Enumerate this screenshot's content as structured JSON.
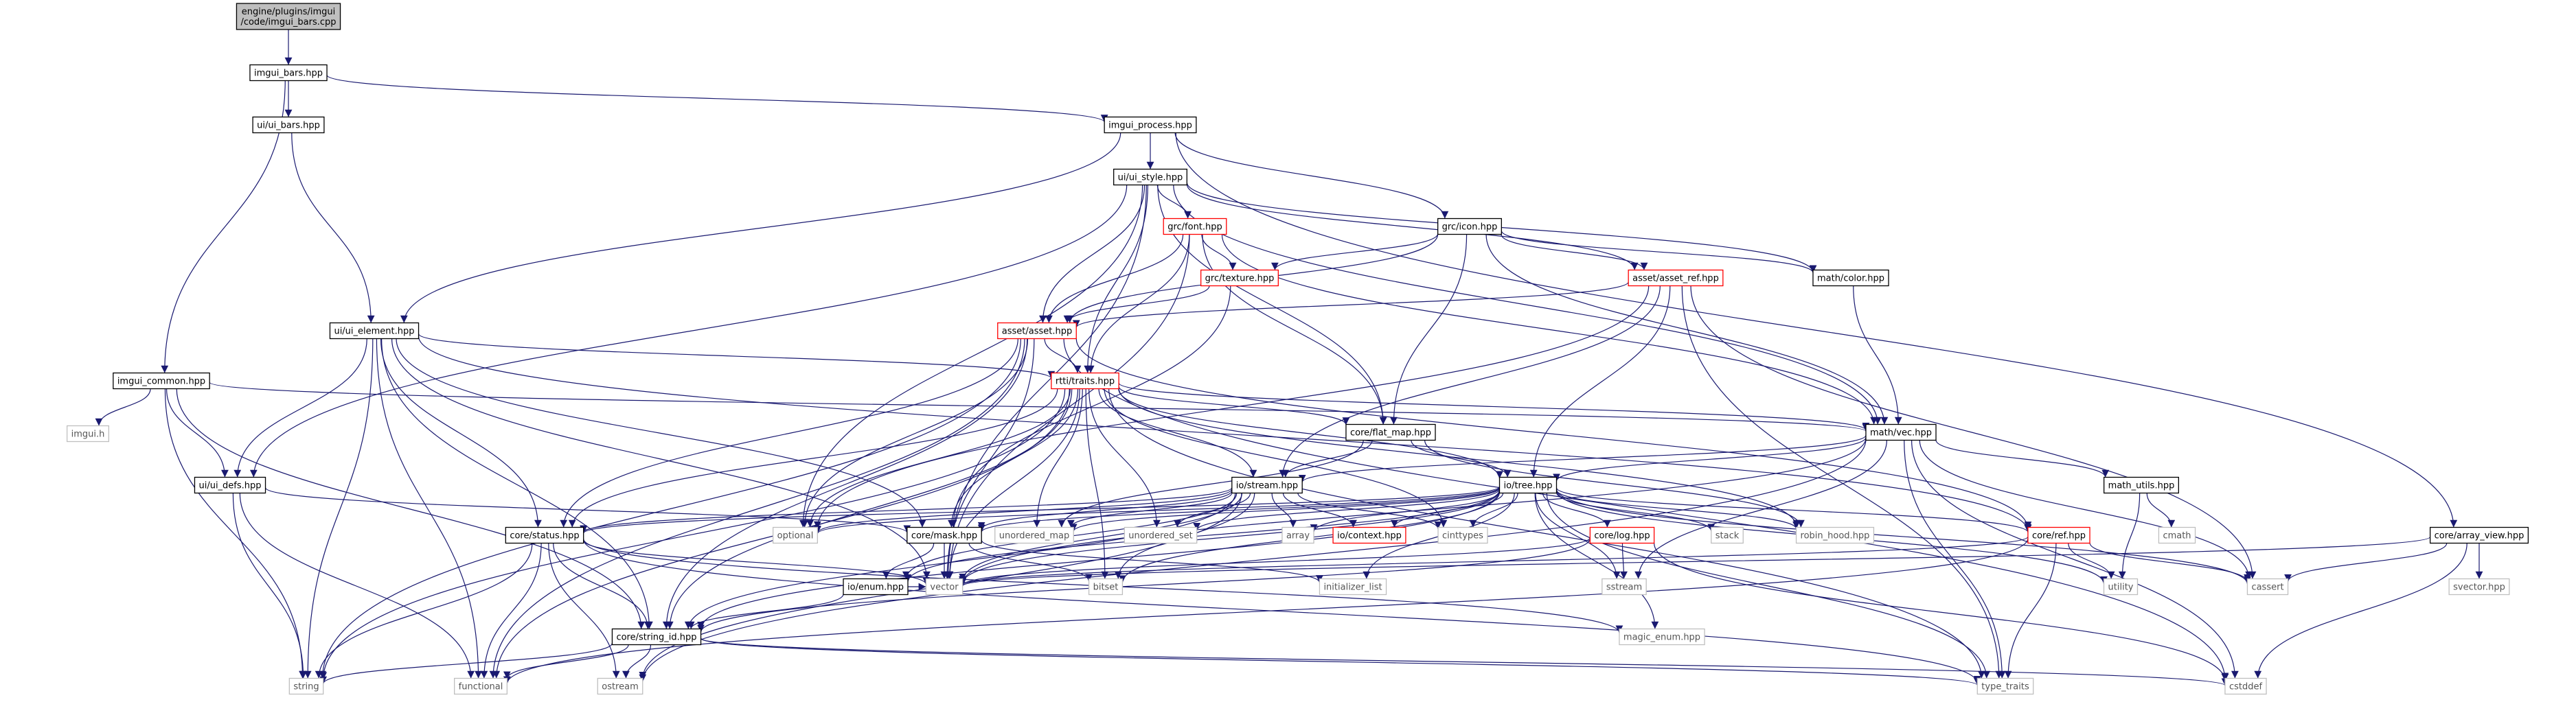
{
  "diagram_title": "engine/plugins/imgui/code/imgui_bars.cpp",
  "colors": {
    "edge": "#191970",
    "root_fill": "#bfbfbf",
    "node_fill": "#ffffff",
    "node_border_normal": "#000000",
    "node_border_truncated": "#ff0000",
    "node_border_system": "#bfbfbf",
    "text_normal": "#000000",
    "text_system": "#555555"
  },
  "nodes": [
    {
      "id": "root",
      "lines": [
        "engine/plugins/imgui",
        "/code/imgui_bars.cpp"
      ],
      "kind": "root"
    },
    {
      "id": "imgui_bars",
      "lines": [
        "imgui_bars.hpp"
      ],
      "kind": "normal"
    },
    {
      "id": "ui_bars",
      "lines": [
        "ui/ui_bars.hpp"
      ],
      "kind": "normal"
    },
    {
      "id": "imgui_process",
      "lines": [
        "imgui_process.hpp"
      ],
      "kind": "normal"
    },
    {
      "id": "ui_style",
      "lines": [
        "ui/ui_style.hpp"
      ],
      "kind": "normal"
    },
    {
      "id": "grc_font",
      "lines": [
        "grc/font.hpp"
      ],
      "kind": "truncated"
    },
    {
      "id": "grc_icon",
      "lines": [
        "grc/icon.hpp"
      ],
      "kind": "normal"
    },
    {
      "id": "grc_texture",
      "lines": [
        "grc/texture.hpp"
      ],
      "kind": "truncated"
    },
    {
      "id": "asset_ref",
      "lines": [
        "asset/asset_ref.hpp"
      ],
      "kind": "truncated"
    },
    {
      "id": "math_color",
      "lines": [
        "math/color.hpp"
      ],
      "kind": "normal"
    },
    {
      "id": "ui_element",
      "lines": [
        "ui/ui_element.hpp"
      ],
      "kind": "normal"
    },
    {
      "id": "asset",
      "lines": [
        "asset/asset.hpp"
      ],
      "kind": "truncated"
    },
    {
      "id": "imgui_common",
      "lines": [
        "imgui_common.hpp"
      ],
      "kind": "normal"
    },
    {
      "id": "rtti_traits",
      "lines": [
        "rtti/traits.hpp"
      ],
      "kind": "truncated"
    },
    {
      "id": "imgui_h",
      "lines": [
        "imgui.h"
      ],
      "kind": "system"
    },
    {
      "id": "flat_map",
      "lines": [
        "core/flat_map.hpp"
      ],
      "kind": "normal"
    },
    {
      "id": "math_vec",
      "lines": [
        "math/vec.hpp"
      ],
      "kind": "normal"
    },
    {
      "id": "ui_defs",
      "lines": [
        "ui/ui_defs.hpp"
      ],
      "kind": "normal"
    },
    {
      "id": "io_stream",
      "lines": [
        "io/stream.hpp"
      ],
      "kind": "normal"
    },
    {
      "id": "io_tree",
      "lines": [
        "io/tree.hpp"
      ],
      "kind": "normal"
    },
    {
      "id": "math_utils",
      "lines": [
        "math_utils.hpp"
      ],
      "kind": "normal"
    },
    {
      "id": "cmath",
      "lines": [
        "cmath"
      ],
      "kind": "system"
    },
    {
      "id": "core_array_view",
      "lines": [
        "core/array_view.hpp"
      ],
      "kind": "normal"
    },
    {
      "id": "core_status",
      "lines": [
        "core/status.hpp"
      ],
      "kind": "normal"
    },
    {
      "id": "optional",
      "lines": [
        "optional"
      ],
      "kind": "system"
    },
    {
      "id": "core_mask",
      "lines": [
        "core/mask.hpp"
      ],
      "kind": "normal"
    },
    {
      "id": "unordered_map",
      "lines": [
        "unordered_map"
      ],
      "kind": "system"
    },
    {
      "id": "unordered_set",
      "lines": [
        "unordered_set"
      ],
      "kind": "system"
    },
    {
      "id": "array",
      "lines": [
        "array"
      ],
      "kind": "system"
    },
    {
      "id": "io_context",
      "lines": [
        "io/context.hpp"
      ],
      "kind": "truncated"
    },
    {
      "id": "cinttypes",
      "lines": [
        "cinttypes"
      ],
      "kind": "system"
    },
    {
      "id": "core_log",
      "lines": [
        "core/log.hpp"
      ],
      "kind": "truncated"
    },
    {
      "id": "stack",
      "lines": [
        "stack"
      ],
      "kind": "system"
    },
    {
      "id": "robin_hood",
      "lines": [
        "robin_hood.hpp"
      ],
      "kind": "system"
    },
    {
      "id": "core_ref",
      "lines": [
        "core/ref.hpp"
      ],
      "kind": "truncated"
    },
    {
      "id": "cassert",
      "lines": [
        "cassert"
      ],
      "kind": "system"
    },
    {
      "id": "svector",
      "lines": [
        "svector.hpp"
      ],
      "kind": "system"
    },
    {
      "id": "utility",
      "lines": [
        "utility"
      ],
      "kind": "system"
    },
    {
      "id": "io_enum",
      "lines": [
        "io/enum.hpp"
      ],
      "kind": "normal"
    },
    {
      "id": "vector",
      "lines": [
        "vector"
      ],
      "kind": "system"
    },
    {
      "id": "bitset",
      "lines": [
        "bitset"
      ],
      "kind": "system"
    },
    {
      "id": "initializer_list",
      "lines": [
        "initializer_list"
      ],
      "kind": "system"
    },
    {
      "id": "sstream",
      "lines": [
        "sstream"
      ],
      "kind": "system"
    },
    {
      "id": "magic_enum",
      "lines": [
        "magic_enum.hpp"
      ],
      "kind": "system"
    },
    {
      "id": "core_string_id",
      "lines": [
        "core/string_id.hpp"
      ],
      "kind": "normal"
    },
    {
      "id": "string",
      "lines": [
        "string"
      ],
      "kind": "system"
    },
    {
      "id": "functional",
      "lines": [
        "functional"
      ],
      "kind": "system"
    },
    {
      "id": "ostream",
      "lines": [
        "ostream"
      ],
      "kind": "system"
    },
    {
      "id": "type_traits",
      "lines": [
        "type_traits"
      ],
      "kind": "system"
    },
    {
      "id": "cstddef",
      "lines": [
        "cstddef"
      ],
      "kind": "system"
    }
  ],
  "edges": [
    [
      "root",
      "imgui_bars"
    ],
    [
      "imgui_bars",
      "ui_bars"
    ],
    [
      "imgui_bars",
      "imgui_process"
    ],
    [
      "imgui_bars",
      "imgui_common"
    ],
    [
      "ui_bars",
      "ui_element"
    ],
    [
      "imgui_process",
      "ui_style"
    ],
    [
      "imgui_process",
      "grc_icon"
    ],
    [
      "imgui_process",
      "ui_element"
    ],
    [
      "imgui_process",
      "core_array_view"
    ],
    [
      "ui_style",
      "grc_font"
    ],
    [
      "ui_style",
      "asset_ref"
    ],
    [
      "ui_style",
      "math_color"
    ],
    [
      "ui_style",
      "asset"
    ],
    [
      "ui_style",
      "rtti_traits"
    ],
    [
      "ui_style",
      "flat_map"
    ],
    [
      "ui_style",
      "math_vec"
    ],
    [
      "ui_style",
      "ui_defs"
    ],
    [
      "ui_style",
      "optional"
    ],
    [
      "ui_style",
      "vector"
    ],
    [
      "grc_font",
      "grc_texture"
    ],
    [
      "grc_font",
      "asset"
    ],
    [
      "grc_font",
      "rtti_traits"
    ],
    [
      "grc_font",
      "flat_map"
    ],
    [
      "grc_font",
      "math_vec"
    ],
    [
      "grc_font",
      "vector"
    ],
    [
      "grc_icon",
      "grc_texture"
    ],
    [
      "grc_icon",
      "asset_ref"
    ],
    [
      "grc_icon",
      "math_color"
    ],
    [
      "grc_icon",
      "asset"
    ],
    [
      "grc_icon",
      "flat_map"
    ],
    [
      "grc_icon",
      "math_vec"
    ],
    [
      "grc_texture",
      "asset"
    ],
    [
      "grc_texture",
      "core_mask"
    ],
    [
      "asset_ref",
      "asset"
    ],
    [
      "asset_ref",
      "io_tree"
    ],
    [
      "asset_ref",
      "io_stream"
    ],
    [
      "asset_ref",
      "optional"
    ],
    [
      "asset_ref",
      "cassert"
    ],
    [
      "asset_ref",
      "type_traits"
    ],
    [
      "math_color",
      "math_vec"
    ],
    [
      "ui_element",
      "rtti_traits"
    ],
    [
      "ui_element",
      "ui_defs"
    ],
    [
      "ui_element",
      "core_ref"
    ],
    [
      "ui_element",
      "core_status"
    ],
    [
      "ui_element",
      "core_mask"
    ],
    [
      "ui_element",
      "vector"
    ],
    [
      "ui_element",
      "core_string_id"
    ],
    [
      "ui_element",
      "string"
    ],
    [
      "ui_element",
      "functional"
    ],
    [
      "asset",
      "rtti_traits"
    ],
    [
      "asset",
      "core_ref"
    ],
    [
      "asset",
      "core_status"
    ],
    [
      "asset",
      "core_string_id"
    ],
    [
      "asset",
      "optional"
    ],
    [
      "asset",
      "vector"
    ],
    [
      "asset",
      "string"
    ],
    [
      "asset",
      "functional"
    ],
    [
      "asset",
      "cstddef"
    ],
    [
      "imgui_common",
      "ui_defs"
    ],
    [
      "imgui_common",
      "imgui_h"
    ],
    [
      "imgui_common",
      "math_vec"
    ],
    [
      "imgui_common",
      "core_string_id"
    ],
    [
      "imgui_common",
      "string"
    ],
    [
      "rtti_traits",
      "flat_map"
    ],
    [
      "rtti_traits",
      "math_vec"
    ],
    [
      "rtti_traits",
      "io_stream"
    ],
    [
      "rtti_traits",
      "io_tree"
    ],
    [
      "rtti_traits",
      "core_status"
    ],
    [
      "rtti_traits",
      "optional"
    ],
    [
      "rtti_traits",
      "core_mask"
    ],
    [
      "rtti_traits",
      "unordered_map"
    ],
    [
      "rtti_traits",
      "unordered_set"
    ],
    [
      "rtti_traits",
      "cinttypes"
    ],
    [
      "rtti_traits",
      "vector"
    ],
    [
      "rtti_traits",
      "bitset"
    ],
    [
      "rtti_traits",
      "core_string_id"
    ],
    [
      "rtti_traits",
      "string"
    ],
    [
      "rtti_traits",
      "functional"
    ],
    [
      "rtti_traits",
      "type_traits"
    ],
    [
      "rtti_traits",
      "robin_hood"
    ],
    [
      "flat_map",
      "io_stream"
    ],
    [
      "flat_map",
      "io_tree"
    ],
    [
      "flat_map",
      "robin_hood"
    ],
    [
      "flat_map",
      "unordered_map"
    ],
    [
      "math_vec",
      "io_stream"
    ],
    [
      "math_vec",
      "io_tree"
    ],
    [
      "math_vec",
      "math_utils"
    ],
    [
      "math_vec",
      "cassert"
    ],
    [
      "math_vec",
      "vector"
    ],
    [
      "math_vec",
      "ostream"
    ],
    [
      "math_vec",
      "type_traits"
    ],
    [
      "math_vec",
      "cstddef"
    ],
    [
      "math_vec",
      "sstream"
    ],
    [
      "ui_defs",
      "core_mask"
    ],
    [
      "ui_defs",
      "string"
    ],
    [
      "ui_defs",
      "functional"
    ],
    [
      "io_stream",
      "core_status"
    ],
    [
      "io_stream",
      "optional"
    ],
    [
      "io_stream",
      "unordered_map"
    ],
    [
      "io_stream",
      "unordered_set"
    ],
    [
      "io_stream",
      "array"
    ],
    [
      "io_stream",
      "io_context"
    ],
    [
      "io_stream",
      "cinttypes"
    ],
    [
      "io_stream",
      "core_mask"
    ],
    [
      "io_stream",
      "io_enum"
    ],
    [
      "io_stream",
      "vector"
    ],
    [
      "io_stream",
      "bitset"
    ],
    [
      "io_stream",
      "core_string_id"
    ],
    [
      "io_stream",
      "ostream"
    ],
    [
      "io_tree",
      "core_status"
    ],
    [
      "io_tree",
      "optional"
    ],
    [
      "io_tree",
      "unordered_map"
    ],
    [
      "io_tree",
      "unordered_set"
    ],
    [
      "io_tree",
      "array"
    ],
    [
      "io_tree",
      "io_context"
    ],
    [
      "io_tree",
      "cinttypes"
    ],
    [
      "io_tree",
      "core_log"
    ],
    [
      "io_tree",
      "stack"
    ],
    [
      "io_tree",
      "robin_hood"
    ],
    [
      "io_tree",
      "core_ref"
    ],
    [
      "io_tree",
      "core_mask"
    ],
    [
      "io_tree",
      "io_enum"
    ],
    [
      "io_tree",
      "vector"
    ],
    [
      "io_tree",
      "bitset"
    ],
    [
      "io_tree",
      "initializer_list"
    ],
    [
      "io_tree",
      "sstream"
    ],
    [
      "io_tree",
      "magic_enum"
    ],
    [
      "io_tree",
      "core_string_id"
    ],
    [
      "io_tree",
      "utility"
    ],
    [
      "io_tree",
      "cassert"
    ],
    [
      "io_tree",
      "type_traits"
    ],
    [
      "math_utils",
      "cmath"
    ],
    [
      "math_utils",
      "utility"
    ],
    [
      "core_array_view",
      "vector"
    ],
    [
      "core_array_view",
      "cassert"
    ],
    [
      "core_array_view",
      "svector"
    ],
    [
      "core_array_view",
      "cstddef"
    ],
    [
      "core_status",
      "vector"
    ],
    [
      "core_status",
      "core_string_id"
    ],
    [
      "core_status",
      "string"
    ],
    [
      "core_status",
      "functional"
    ],
    [
      "core_status",
      "ostream"
    ],
    [
      "core_status",
      "type_traits"
    ],
    [
      "core_status",
      "magic_enum"
    ],
    [
      "core_mask",
      "io_enum"
    ],
    [
      "core_mask",
      "vector"
    ],
    [
      "core_mask",
      "bitset"
    ],
    [
      "core_mask",
      "initializer_list"
    ],
    [
      "core_log",
      "vector"
    ],
    [
      "core_log",
      "sstream"
    ],
    [
      "core_log",
      "core_string_id"
    ],
    [
      "core_log",
      "cstddef"
    ],
    [
      "core_ref",
      "vector"
    ],
    [
      "core_ref",
      "utility"
    ],
    [
      "core_ref",
      "cassert"
    ],
    [
      "core_ref",
      "type_traits"
    ],
    [
      "core_ref",
      "functional"
    ],
    [
      "io_enum",
      "vector"
    ],
    [
      "io_enum",
      "core_string_id"
    ],
    [
      "core_string_id",
      "string"
    ],
    [
      "core_string_id",
      "functional"
    ],
    [
      "core_string_id",
      "ostream"
    ],
    [
      "core_string_id",
      "type_traits"
    ],
    [
      "core_string_id",
      "cstddef"
    ]
  ]
}
